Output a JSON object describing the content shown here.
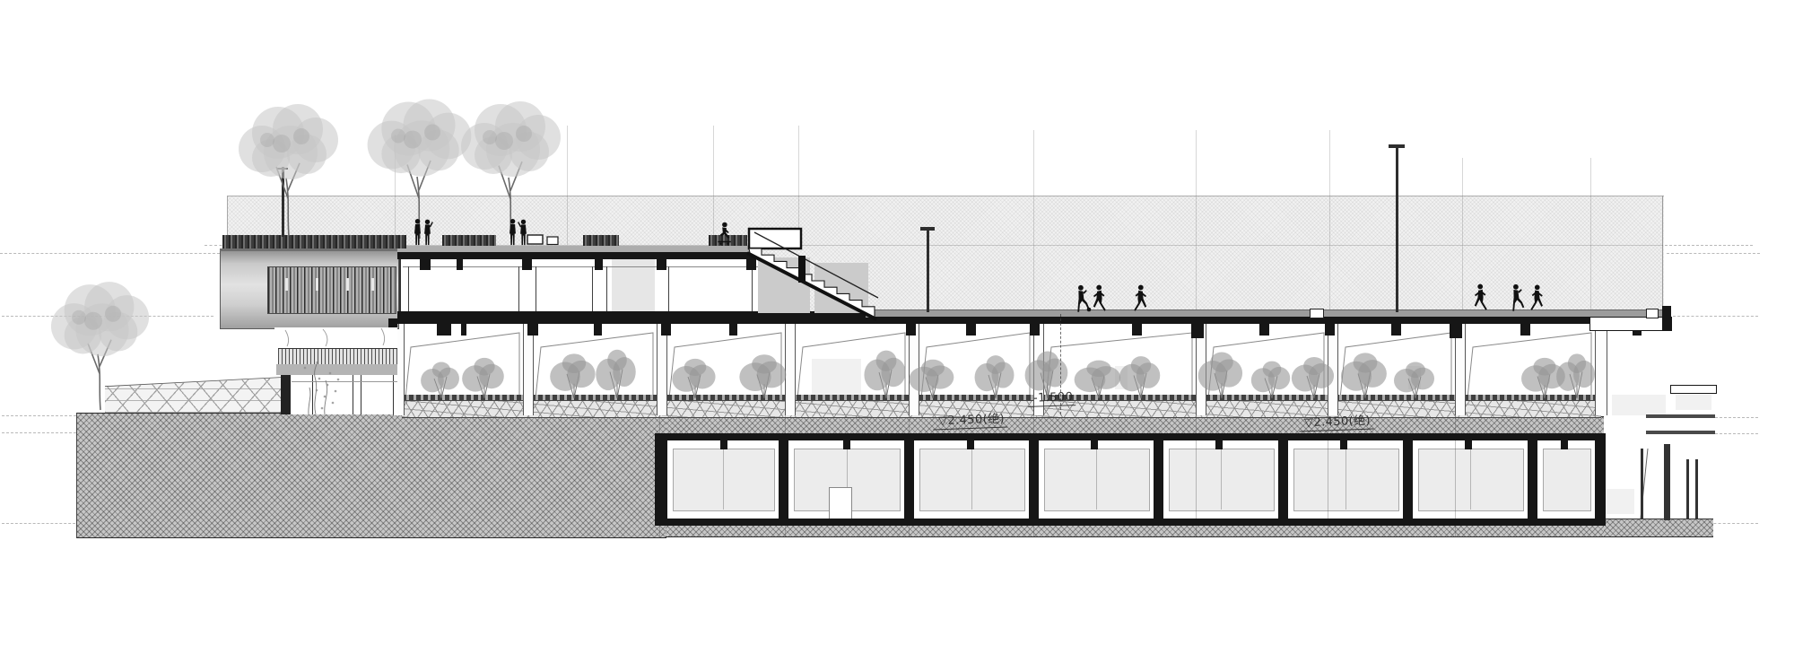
{
  "drawing": {
    "kind": "architectural cross-section",
    "title": "building-section-with-rooftop-sports-field",
    "annotations": {
      "level_relative": "-1.500",
      "level_absolute_left": "▽2.450(绝)",
      "level_absolute_right": "▽2.450(绝)"
    },
    "colors": {
      "ink": "#1a1a1a",
      "ground_hatch": "#bdbdbd",
      "mesh_fence": "#f2f2f2",
      "deck": "#9c9c9c",
      "vegetation": "#969696",
      "tree_canopy": "#c7c7c7",
      "figure": "#111111"
    }
  }
}
